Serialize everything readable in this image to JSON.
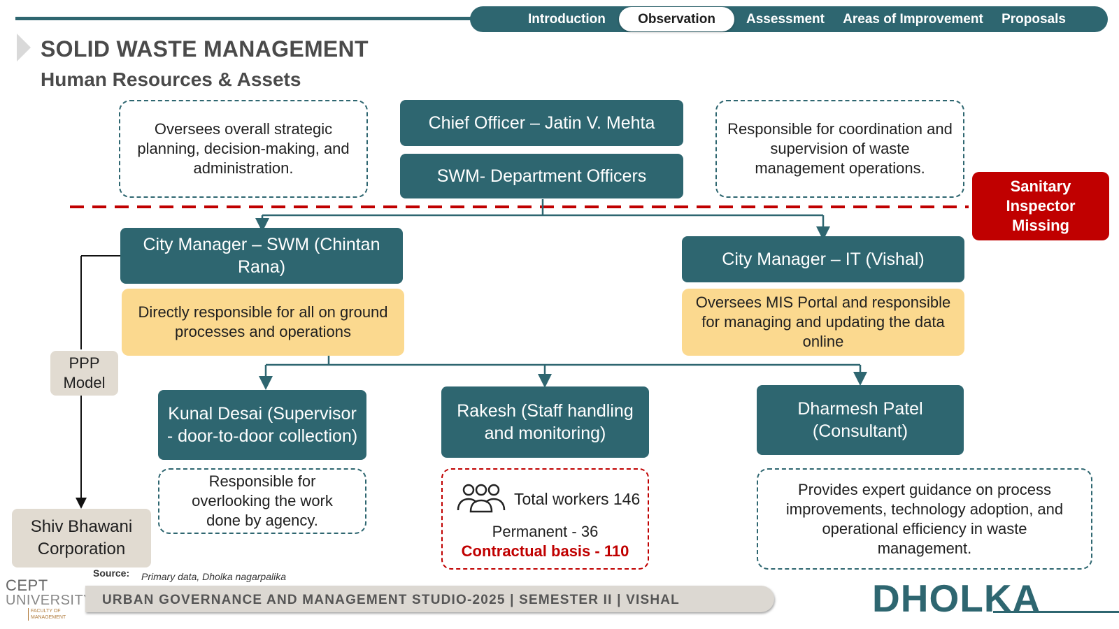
{
  "nav": {
    "tabs": [
      "Introduction",
      "Observation",
      "Assessment",
      "Areas of Improvement",
      "Proposals"
    ],
    "active": "Observation"
  },
  "header": {
    "title": "SOLID WASTE MANAGEMENT",
    "subtitle": "Human Resources & Assets"
  },
  "top": {
    "left_desc": "Oversees overall strategic planning, decision-making, and administration.",
    "chief_officer": "Chief Officer – Jatin V. Mehta",
    "swm_officers": "SWM- Department Officers",
    "right_desc": "Responsible for coordination and supervision of waste management operations.",
    "alert": "Sanitary Inspector Missing"
  },
  "managers": {
    "swm": "City Manager – SWM (Chintan Rana)",
    "swm_desc": "Directly responsible for all on ground processes and operations",
    "it": "City Manager – IT (Vishal)",
    "it_desc": "Oversees MIS Portal and responsible for managing and updating the data online"
  },
  "ppp": {
    "label": "PPP Model",
    "agency": "Shiv Bhawani Corporation"
  },
  "staff": {
    "kunal": "Kunal Desai (Supervisor - door-to-door collection)",
    "kunal_desc": "Responsible for overlooking the work done by agency.",
    "rakesh": "Rakesh (Staff handling  and monitoring)",
    "dharmesh": "Dharmesh Patel (Consultant)",
    "dharmesh_desc": "Provides expert guidance on process improvements, technology adoption, and operational efficiency in waste management."
  },
  "workers": {
    "total": "Total workers 146",
    "permanent": "Permanent - 36",
    "contractual": "Contractual basis - 110"
  },
  "source": {
    "label": "Source:",
    "text": "Primary data, Dholka nagarpalika"
  },
  "footer": {
    "text": "URBAN GOVERNANCE AND MANAGEMENT STUDIO-2025 | SEMESTER II | VISHAL",
    "city": "DHOLKA",
    "logo_line1": "CEPT",
    "logo_line2": "UNIVERSITY",
    "logo_line3": "FACULTY OF MANAGEMENT"
  },
  "colors": {
    "teal": "#2e6670",
    "yellow": "#fbd98f",
    "red": "#c00000",
    "beige": "#e1dbd1"
  }
}
